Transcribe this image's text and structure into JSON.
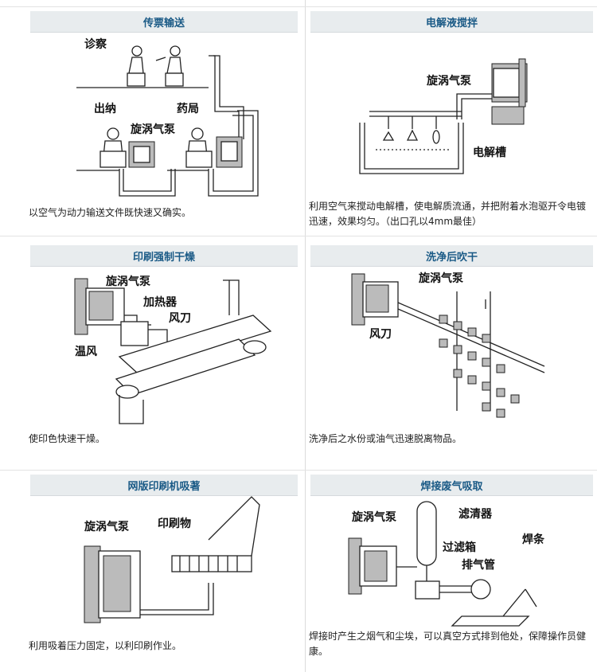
{
  "panels": [
    {
      "title": "传票输送",
      "desc": "以空气为动力输送文件既快速又确实。",
      "labels": {
        "zhencha": "诊察",
        "chuna": "出纳",
        "yaoju": "药局",
        "pump": "旋涡气泵"
      }
    },
    {
      "title": "电解液搅拌",
      "desc": "利用空气来搅动电解槽，使电解质流通，并把附着水泡驱开令电镀迅速，效果均匀。（出口孔以4mm最佳）",
      "labels": {
        "pump": "旋涡气泵",
        "tank": "电解槽"
      }
    },
    {
      "title": "印刷强制干燥",
      "desc": "使印色快速干燥。",
      "labels": {
        "pump": "旋涡气泵",
        "heater": "加热器",
        "knife": "风刀",
        "warm": "温风"
      }
    },
    {
      "title": "洗净后吹干",
      "desc": "洗净后之水份或油气迅速脱离物品。",
      "labels": {
        "pump": "旋涡气泵",
        "knife": "风刀"
      }
    },
    {
      "title": "网版印刷机吸著",
      "desc": "利用吸着压力固定，以利印刷作业。",
      "labels": {
        "pump": "旋涡气泵",
        "printed": "印刷物"
      }
    },
    {
      "title": "焊接废气吸取",
      "desc": "焊接时产生之烟气和尘埃，可以真空方式排到他处，保障操作员健康。",
      "labels": {
        "pump": "旋涡气泵",
        "filter": "滤清器",
        "filterbox": "过滤箱",
        "exhaust": "排气管",
        "rod": "焊条"
      }
    }
  ]
}
